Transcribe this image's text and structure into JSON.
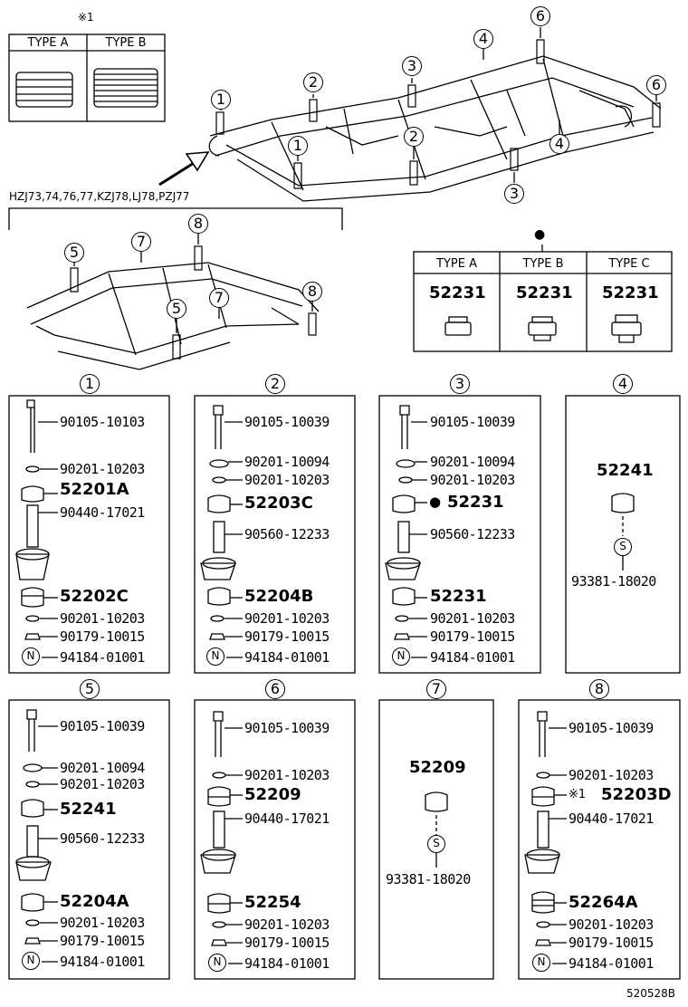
{
  "top_type_table": {
    "note_mark": "※1",
    "type_a": "TYPE A",
    "type_b": "TYPE B"
  },
  "model_label": "HZJ73,74,76,77,KZJ78,LJ78,PZJ77",
  "callouts_upper": [
    "1",
    "1",
    "2",
    "2",
    "3",
    "3",
    "4",
    "4",
    "6",
    "6"
  ],
  "callouts_lower": [
    "5",
    "5",
    "7",
    "7",
    "8",
    "8"
  ],
  "type_table_mid": {
    "mark": "●",
    "headers": [
      "TYPE A",
      "TYPE B",
      "TYPE C"
    ],
    "parts": [
      "52231",
      "52231",
      "52231"
    ]
  },
  "figure_id": "520528B",
  "panels": [
    {
      "num": "1",
      "parts": [
        "90105-10103",
        "90201-10203",
        "52201A",
        "90440-17021",
        "52202C",
        "90201-10203",
        "90179-10015",
        "94184-01001"
      ]
    },
    {
      "num": "2",
      "parts": [
        "90105-10039",
        "90201-10094",
        "90201-10203",
        "52203C",
        "90560-12233",
        "52204B",
        "90201-10203",
        "90179-10015",
        "94184-01001"
      ]
    },
    {
      "num": "3",
      "parts": [
        "90105-10039",
        "90201-10094",
        "90201-10203",
        "52231",
        "90560-12233",
        "52231",
        "90201-10203",
        "90179-10015",
        "94184-01001"
      ]
    },
    {
      "num": "4",
      "parts": [
        "52241",
        "93381-18020"
      ]
    },
    {
      "num": "5",
      "parts": [
        "90105-10039",
        "90201-10094",
        "90201-10203",
        "52241",
        "90560-12233",
        "52204A",
        "90201-10203",
        "90179-10015",
        "94184-01001"
      ]
    },
    {
      "num": "6",
      "parts": [
        "90105-10039",
        "90201-10203",
        "52209",
        "90440-17021",
        "52254",
        "90201-10203",
        "90179-10015",
        "94184-01001"
      ]
    },
    {
      "num": "7",
      "parts": [
        "52209",
        "93381-18020"
      ]
    },
    {
      "num": "8",
      "parts": [
        "90105-10039",
        "90201-10203",
        "52203D",
        "90440-17021",
        "52264A",
        "90201-10203",
        "90179-10015",
        "94184-01001"
      ]
    }
  ],
  "marks": {
    "n": "N",
    "s": "S",
    "dot": "●",
    "note": "※1"
  }
}
